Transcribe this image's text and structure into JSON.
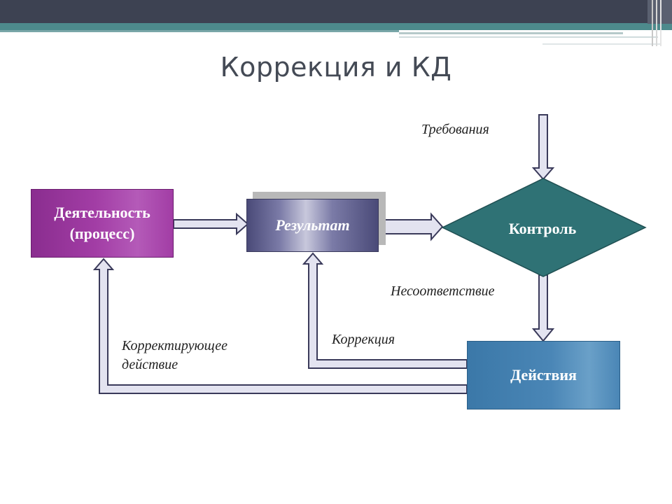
{
  "slide": {
    "title": "Коррекция и КД"
  },
  "diagram": {
    "activity_box": "Деятельность (процесс)",
    "result_box": "Результат",
    "control_box": "Контроль",
    "actions_box": "Действия",
    "requirements_label": "Требования",
    "nonconformity_label": "Несоответствие",
    "correction_label": "Коррекция",
    "corrective_action_label": "Корректирующее действие"
  },
  "colors": {
    "activity": "#a23da5",
    "result": "#5a5a88",
    "control": "#2f7275",
    "actions": "#4a86b6",
    "arrow_fill": "#e3e3f0",
    "arrow_stroke": "#3a3a5a",
    "header_dark": "#3d4252",
    "header_teal": "#4d8a8c"
  }
}
